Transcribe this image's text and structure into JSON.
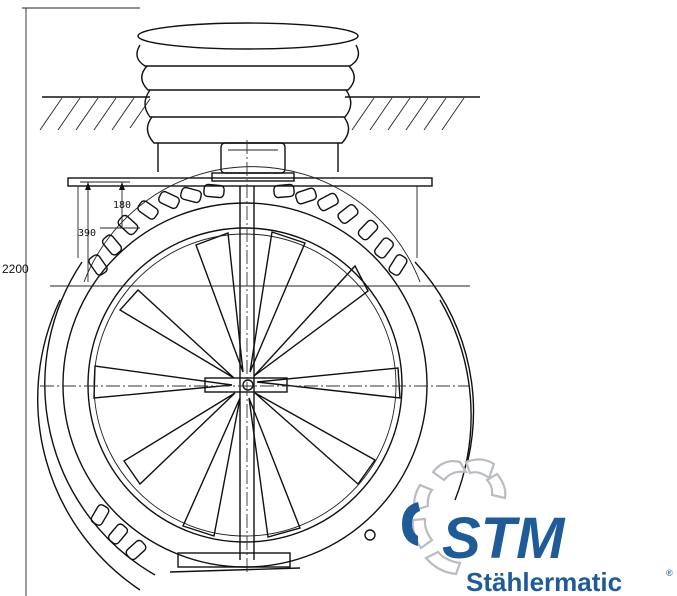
{
  "drawing": {
    "dimensions": {
      "overall_height": "2200",
      "dim_outer": "390",
      "dim_inner": "180"
    }
  },
  "logo": {
    "wordmark": "STM",
    "company": "Stählermatic",
    "registered": "®",
    "color": "#1f5a99",
    "mark_icon": "stm-swirl-logo-icon"
  }
}
